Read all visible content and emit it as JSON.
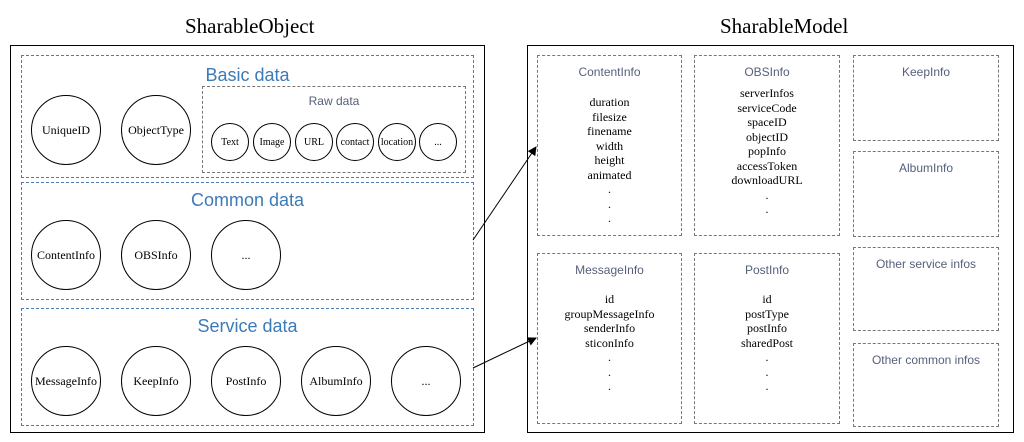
{
  "left": {
    "title": "SharableObject",
    "basic": {
      "title": "Basic data",
      "circles": [
        "UniqueID",
        "ObjectType"
      ],
      "raw": {
        "title": "Raw data",
        "items": [
          "Text",
          "Image",
          "URL",
          "contact",
          "location",
          "..."
        ]
      }
    },
    "common": {
      "title": "Common data",
      "circles": [
        "ContentInfo",
        "OBSInfo",
        "..."
      ]
    },
    "service": {
      "title": "Service data",
      "circles": [
        "MessageInfo",
        "KeepInfo",
        "PostInfo",
        "AlbumInfo",
        "..."
      ]
    }
  },
  "right": {
    "title": "SharableModel",
    "boxes": {
      "content": {
        "title": "ContentInfo",
        "fields": [
          "duration",
          "filesize",
          "finename",
          "width",
          "height",
          "animated",
          ".",
          ".",
          "."
        ]
      },
      "obs": {
        "title": "OBSInfo",
        "fields": [
          "serverInfos",
          "serviceCode",
          "spaceID",
          "objectID",
          "popInfo",
          "accessToken",
          "downloadURL",
          ".",
          "."
        ]
      },
      "keep": {
        "title": "KeepInfo"
      },
      "album": {
        "title": "AlbumInfo"
      },
      "message": {
        "title": "MessageInfo",
        "fields": [
          "id",
          "groupMessageInfo",
          "senderInfo",
          "sticonInfo",
          ".",
          ".",
          "."
        ]
      },
      "post": {
        "title": "PostInfo",
        "fields": [
          "id",
          "postType",
          "postInfo",
          "sharedPost",
          ".",
          ".",
          "."
        ]
      },
      "other_service": {
        "title": "Other service infos"
      },
      "other_common": {
        "title": "Other common infos"
      }
    }
  },
  "colors": {
    "section_title": "#3c7ab8",
    "box_title": "#56607a",
    "blue_dash": "#4a7fb5",
    "gray_dash": "#777777"
  }
}
